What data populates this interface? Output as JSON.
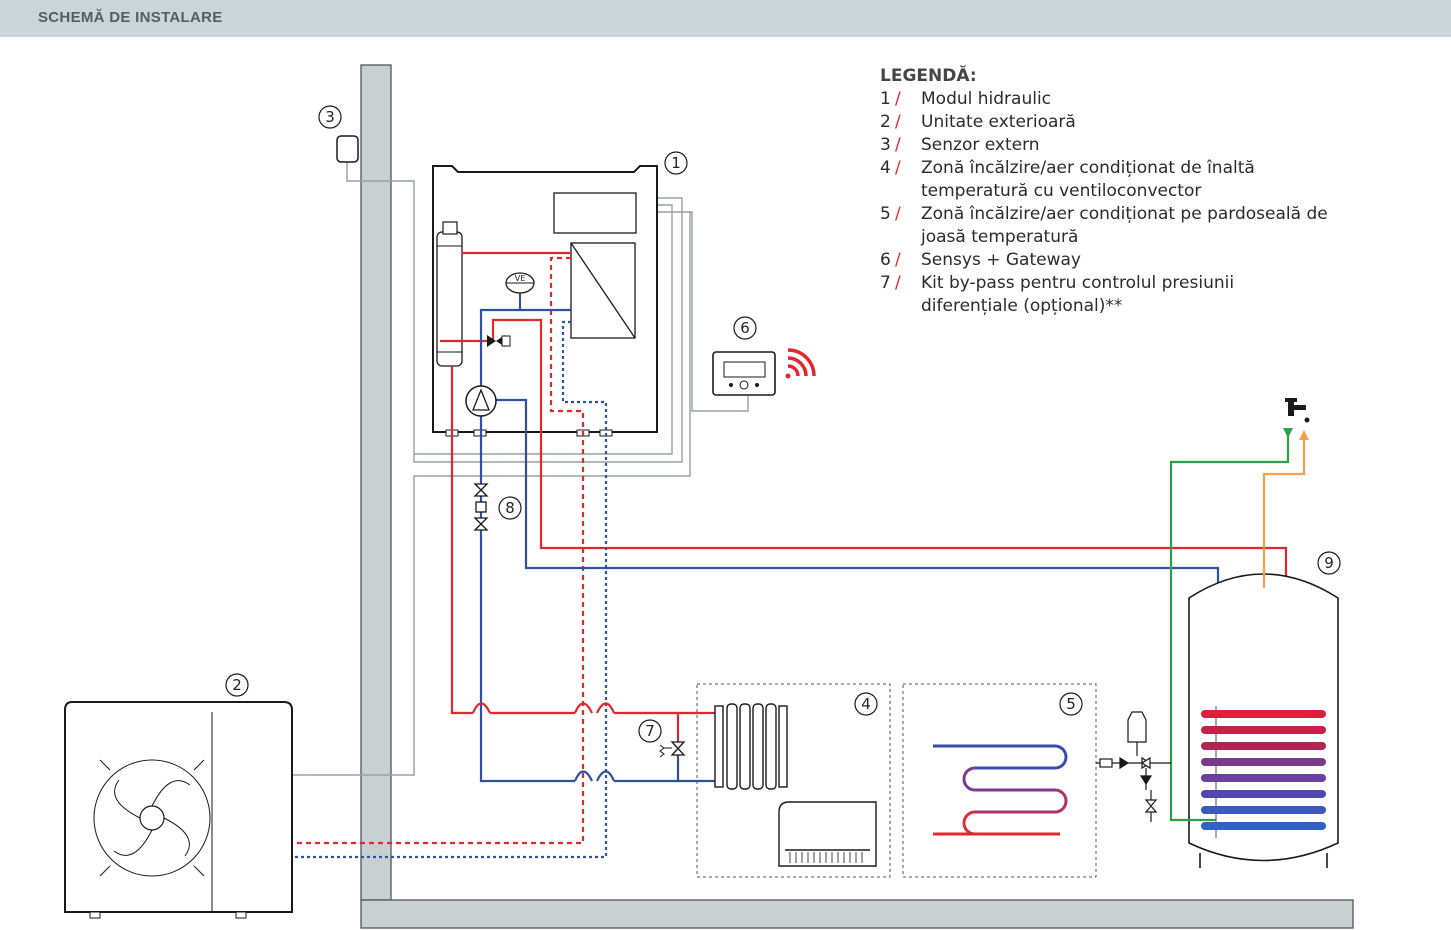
{
  "header": {
    "title": "SCHEMĂ DE INSTALARE"
  },
  "legend": {
    "title": "LEGENDĂ:",
    "items": [
      {
        "num": "1",
        "text": "Modul hidraulic"
      },
      {
        "num": "2",
        "text": "Unitate exterioară"
      },
      {
        "num": "3",
        "text": "Senzor extern"
      },
      {
        "num": "4",
        "text": "Zonă încălzire/aer condiționat de înaltă temperatură cu ventiloconvector"
      },
      {
        "num": "5",
        "text": "Zonă încălzire/aer condiționat pe pardoseală de joasă temperatură"
      },
      {
        "num": "6",
        "text": "Sensys + Gateway"
      },
      {
        "num": "7",
        "text": "Kit by-pass pentru controlul presiunii diferențiale (opțional)**"
      }
    ]
  },
  "callouts": [
    "1",
    "2",
    "3",
    "4",
    "5",
    "6",
    "7",
    "8",
    "9"
  ],
  "expansion_vessel_label": "VE",
  "colors": {
    "flow_red": "#e0282e",
    "return_blue": "#3050a0",
    "cold_water_green": "#2aa04a",
    "hot_water_orange": "#f5a04a",
    "wall_gray": "#c8d0d2",
    "header_bg": "#c9d5d6"
  }
}
